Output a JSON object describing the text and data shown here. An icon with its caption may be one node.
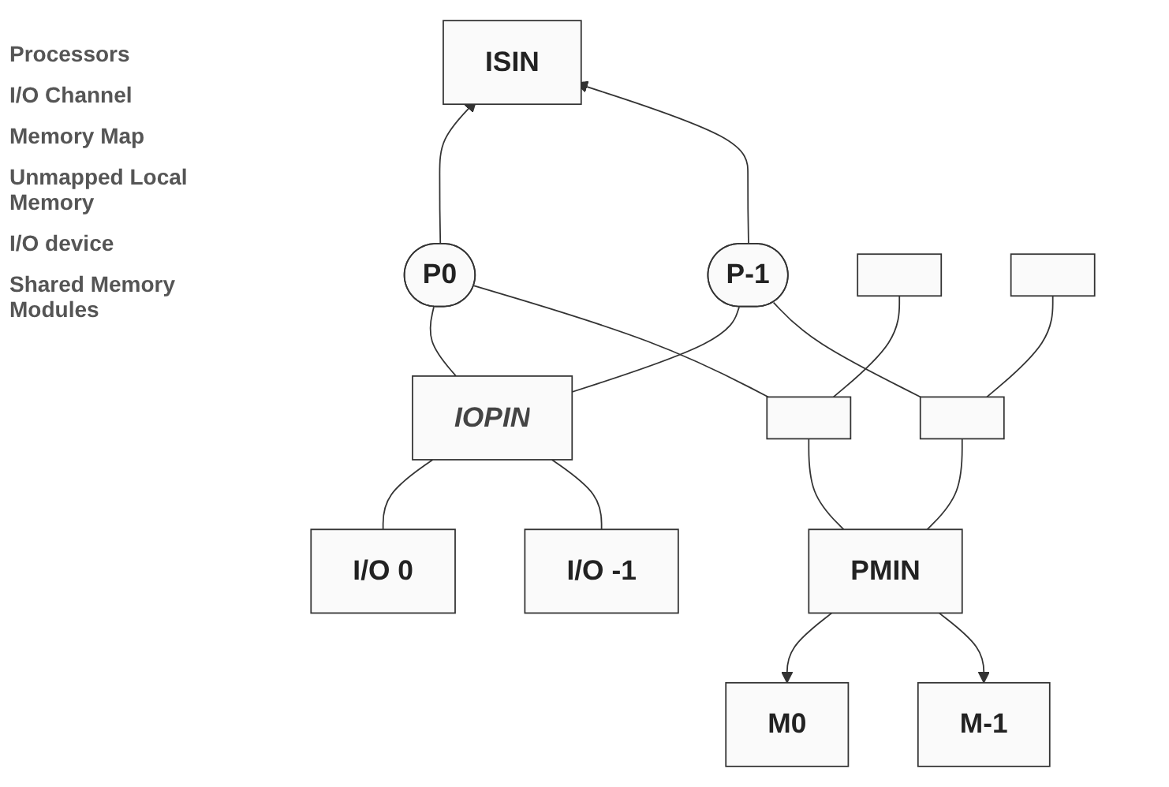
{
  "diagram": {
    "nodes": [
      {
        "text": [
          "ISIN"
        ]
      },
      {
        "text": [
          "P0"
        ]
      },
      {
        "text": [
          "P-1"
        ]
      },
      {
        "text": [
          "IOPIN"
        ]
      },
      {
        "text": [
          "I/O 0"
        ]
      },
      {
        "text": [
          "I/O -1"
        ]
      },
      {
        "text": [],
        "shape": "box"
      },
      {
        "text": [],
        "shape": "box"
      },
      {
        "text": [],
        "shape": "box"
      },
      {
        "text": [],
        "shape": "box"
      },
      {
        "text": [
          "PMIN"
        ]
      },
      {
        "text": [
          "M0"
        ]
      },
      {
        "text": [
          "M-1"
        ]
      }
    ],
    "edges": [
      {
        "from": 1,
        "to": 0,
        "arrow": "to"
      },
      {
        "from": 2,
        "to": 0,
        "arrow": "to"
      },
      {
        "from": 2,
        "to": 3,
        "arrow": "none"
      },
      {
        "from": 1,
        "to": 3,
        "arrow": "none"
      },
      {
        "from": 3,
        "to": 4,
        "arrow": "none"
      },
      {
        "from": 3,
        "to": 5,
        "arrow": "none"
      },
      {
        "from": 1,
        "to": 8,
        "arrow": "none"
      },
      {
        "from": 2,
        "to": 9,
        "arrow": "none"
      },
      {
        "from": 6,
        "to": 8,
        "arrow": "none"
      },
      {
        "from": 7,
        "to": 9,
        "arrow": "none"
      },
      {
        "from": 8,
        "to": 10,
        "arrow": "none"
      },
      {
        "from": 9,
        "to": 10,
        "arrow": "none"
      },
      {
        "from": 10,
        "to": 11,
        "arrow": "to"
      },
      {
        "from": 10,
        "to": 12,
        "arrow": "to"
      }
    ],
    "labels": [
      "Processors",
      "I/O Channel",
      "Memory Map",
      "Unmapped Local Memory",
      "I/O device",
      "Shared Memory Modules"
    ]
  }
}
